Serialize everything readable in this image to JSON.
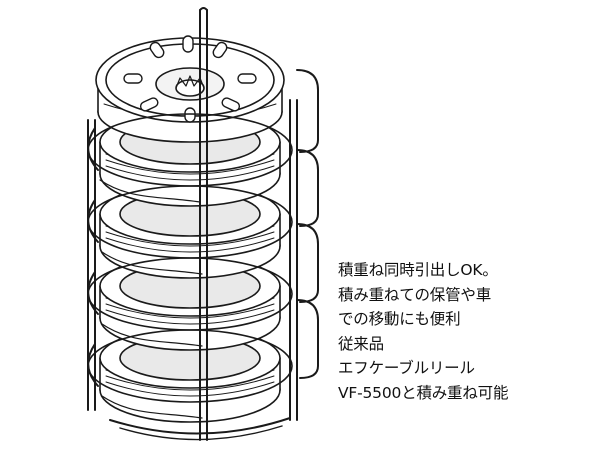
{
  "caption": {
    "feature_lines": [
      "積重ね同時引出しOK。",
      "積み重ねての保管や車",
      "での移動にも便利"
    ],
    "compat_lines": [
      "従来品",
      "エフケーブルリール",
      "VF-5500と積み重ね可能"
    ]
  },
  "illustration": {
    "subject": "stacked-cable-reels-in-rack",
    "colors": {
      "line": "#1a1a1a",
      "fill": "#ffffff",
      "shade": "#e9e9e9"
    }
  }
}
